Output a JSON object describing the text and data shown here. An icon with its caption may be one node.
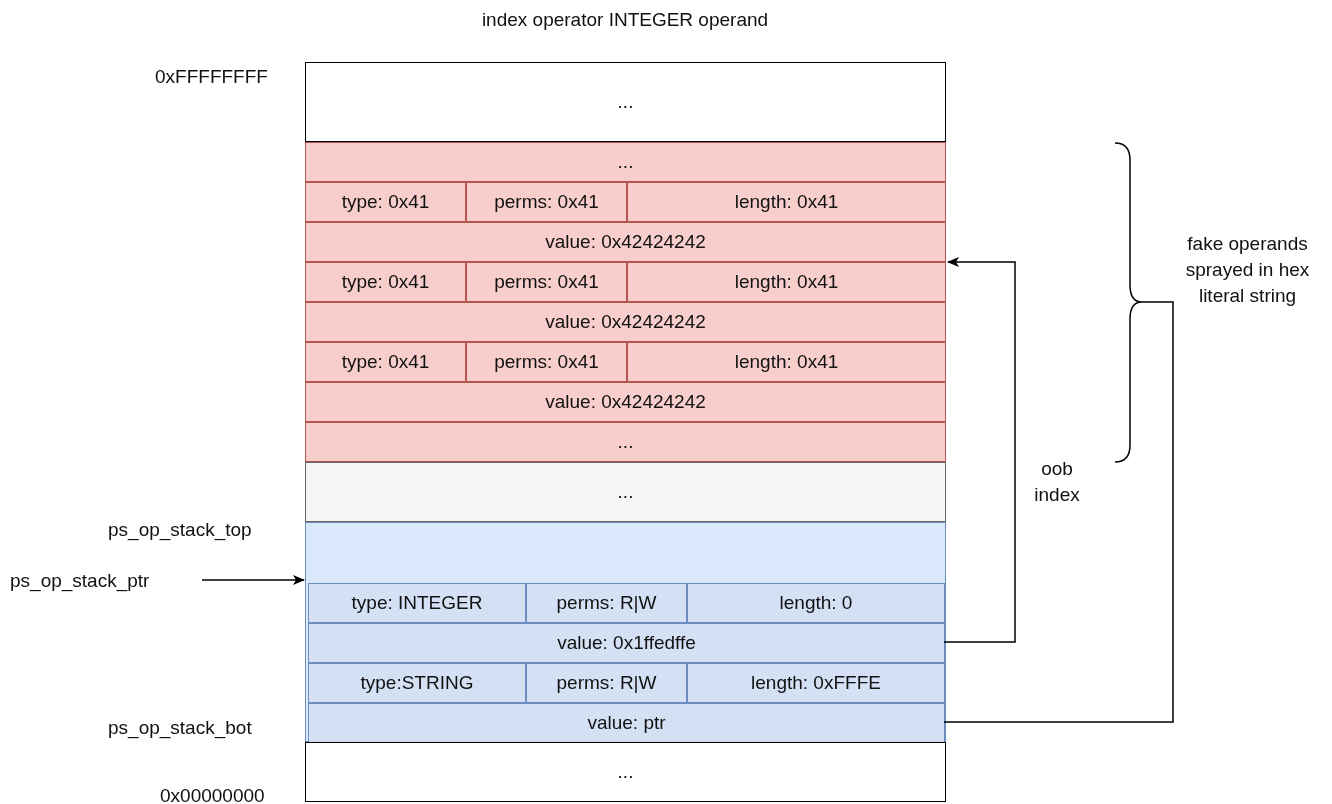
{
  "diagram": {
    "title": "index operator INTEGER operand",
    "nodes": [
      {
        "text": [
          "..."
        ]
      },
      {
        "text": [
          "..."
        ]
      },
      {
        "text": [
          "type: 0x41"
        ]
      },
      {
        "text": [
          "perms: 0x41"
        ]
      },
      {
        "text": [
          "length: 0x41"
        ]
      },
      {
        "text": [
          "value: 0x42424242"
        ]
      },
      {
        "text": [
          "type: 0x41"
        ]
      },
      {
        "text": [
          "perms: 0x41"
        ]
      },
      {
        "text": [
          "length: 0x41"
        ]
      },
      {
        "text": [
          "value: 0x42424242"
        ]
      },
      {
        "text": [
          "type: 0x41"
        ]
      },
      {
        "text": [
          "perms: 0x41"
        ]
      },
      {
        "text": [
          "length: 0x41"
        ]
      },
      {
        "text": [
          "value: 0x42424242"
        ]
      },
      {
        "text": [
          "..."
        ]
      },
      {
        "text": [
          "..."
        ]
      },
      {
        "text": [],
        "shape": "box"
      },
      {
        "text": [
          "type: INTEGER"
        ],
        "in": 16
      },
      {
        "text": [
          "perms: R|W"
        ],
        "in": 16
      },
      {
        "text": [
          "length: 0"
        ],
        "in": 16
      },
      {
        "text": [
          "value: 0x1ffedffe"
        ],
        "in": 16
      },
      {
        "text": [
          "type:STRING"
        ],
        "in": 16
      },
      {
        "text": [
          "perms: R|W"
        ],
        "in": 16
      },
      {
        "text": [
          "length: 0xFFFE"
        ],
        "in": 16
      },
      {
        "text": [
          "value: ptr"
        ],
        "in": 16
      },
      {
        "text": [
          "..."
        ]
      },
      {
        "text": [
          "fake operands sprayed in hex literal string"
        ]
      },
      {
        "text": [
          "ps_op_stack_ptr"
        ]
      }
    ],
    "edges": [
      {
        "from": 20,
        "to": 8,
        "arrow": "to",
        "label": "oob index"
      },
      {
        "from": 24,
        "to": 26,
        "arrow": "none"
      },
      {
        "from": 27,
        "to": 17,
        "arrow": "to"
      }
    ],
    "labels": [
      "0xFFFFFFFF",
      "ps_op_stack_top",
      "ps_op_stack_bot",
      "0x00000000"
    ]
  }
}
